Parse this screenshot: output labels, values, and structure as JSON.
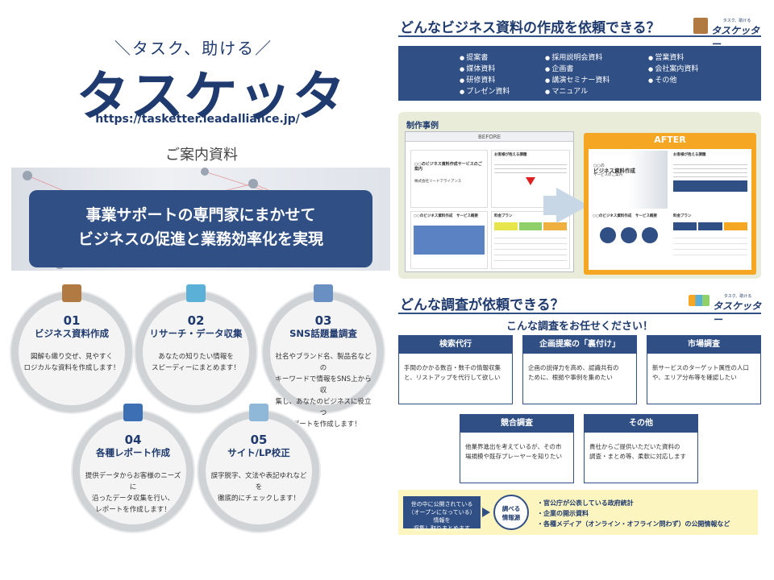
{
  "left": {
    "tagline": "＼タスク、助ける／",
    "brand": "タスケッター",
    "url": "https://tasketter.leadalliance.jp/",
    "guide": "ご案内資料",
    "hero_lines": [
      "事業サポートの専門家にまかせて",
      "ビジネスの促進と業務効率化を実現"
    ],
    "services": [
      {
        "num": "01",
        "title": "ビジネス資料作成",
        "desc": [
          "図解も織り交ぜ、見やすく",
          "ロジカルな資料を作成します！"
        ],
        "icon_color": "#b07a42"
      },
      {
        "num": "02",
        "title": "リサーチ・データ収集",
        "desc": [
          "あなたの知りたい情報を",
          "スピーディーにまとめます！"
        ],
        "icon_color": "#5ab0d6"
      },
      {
        "num": "03",
        "title": "SNS話題量調査",
        "desc": [
          "社名やブランド名、製品名などの",
          "キーワードで情報をSNS上から収",
          "集し、あなたのビジネスに役立つ",
          "レポートを作成します！"
        ],
        "icon_color": "#6a8fc2"
      },
      {
        "num": "04",
        "title": "各種レポート作成",
        "desc": [
          "提供データからお客様のニーズに",
          "沿ったデータ収集を行い、",
          "レポートを作成します！"
        ],
        "icon_color": "#3c6fb4"
      },
      {
        "num": "05",
        "title": "サイト/LP校正",
        "desc": [
          "誤字脱字、文法や表記ゆれなどを",
          "徹底的にチェックします！"
        ],
        "icon_color": "#8fb8d8"
      }
    ]
  },
  "right": {
    "logo_small": "タスク、助ける",
    "logo": "タスケッター",
    "docs_title": "どんなビジネス資料の作成を依頼できる？",
    "doc_columns": [
      [
        "提案書",
        "媒体資料",
        "研修資料",
        "プレゼン資料"
      ],
      [
        "採用説明会資料",
        "企画書",
        "講演セミナー資料",
        "マニュアル"
      ],
      [
        "営業資料",
        "会社案内資料",
        "その他"
      ]
    ],
    "case_title": "制作事例",
    "before_label": "BEFORE",
    "after_label": "AFTER",
    "before_texts": {
      "doc_title": "○○のビジネス資料作成サービスのご案内",
      "company": "株式会社リードアライアンス",
      "issues": "お客様が抱える課題",
      "overview": "○○のビジネス資料作成　サービス概要",
      "pricing": "料金プラン"
    },
    "after_texts": {
      "doc_title_a": "○○の",
      "doc_title_b": "ビジネス資料作成",
      "doc_title_c": "サービスのご案内",
      "issues": "お客様が抱える課題",
      "overview": "○○のビジネス資料作成　サービス概要",
      "pricing": "料金プラン"
    },
    "survey_title": "どんな調査が依頼できる？",
    "survey_sub": "こんな調査をお任せください！",
    "surveys": [
      {
        "title": "検索代行",
        "desc": [
          "手間のかかる数百・数千の情報収集",
          "と、リストアップを代行して欲しい"
        ]
      },
      {
        "title": "企画提案の「裏付け」",
        "desc": [
          "企画の説得力を高め、認識共有の",
          "ために、根拠や事例を集めたい"
        ]
      },
      {
        "title": "市場調査",
        "desc": [
          "新サービスのターゲット属性の人口",
          "や、エリア分布等を確認したい"
        ]
      },
      {
        "title": "競合調査",
        "desc": [
          "他業界進出を考えているが、その市",
          "場規模や既存プレーヤーを知りたい"
        ]
      },
      {
        "title": "その他",
        "desc": [
          "貴社からご提供いただいた資料の",
          "調査・まとめ等、柔軟に対応します"
        ]
      }
    ],
    "source_box": [
      "世の中に公開されている",
      "（オープンになっている）情報を",
      "収集し取りまとめます"
    ],
    "source_circle": [
      "調べる",
      "情報源"
    ],
    "sources": [
      "官公庁が公表している政府統計",
      "企業の開示資料",
      "各種メディア（オンライン・オフライン問わず）の公開情報など"
    ]
  },
  "colors": {
    "navy": "#2f4f85",
    "after_orange": "#f5a623",
    "yellow_bg": "#fdf5c0"
  }
}
